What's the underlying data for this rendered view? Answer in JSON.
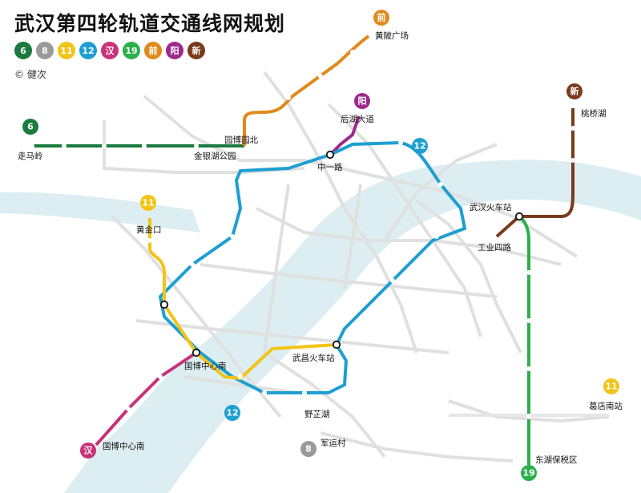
{
  "title": "武汉第四轮轨道交通线网规划",
  "credit": "© 健次",
  "legend": [
    {
      "label": "6",
      "color": "#1b7a3f"
    },
    {
      "label": "8",
      "color": "#9a9a9a"
    },
    {
      "label": "11",
      "color": "#f2c418"
    },
    {
      "label": "12",
      "color": "#1e9fd1"
    },
    {
      "label": "汉",
      "color": "#c8327a"
    },
    {
      "label": "19",
      "color": "#2bb04a"
    },
    {
      "label": "前",
      "color": "#e08a1c"
    },
    {
      "label": "阳",
      "color": "#9c2a8e"
    },
    {
      "label": "新",
      "color": "#7a3a1c"
    }
  ],
  "lines": {
    "line6": {
      "badge": "6",
      "color": "#1b7a3f"
    },
    "line8": {
      "badge": "8",
      "color": "#9a9a9a"
    },
    "line11": {
      "badge": "11",
      "color": "#f2c418"
    },
    "line12": {
      "badge": "12",
      "color": "#1e9fd1"
    },
    "line_han": {
      "badge": "汉",
      "color": "#c8327a"
    },
    "line19": {
      "badge": "19",
      "color": "#2bb04a"
    },
    "line_qian": {
      "badge": "前",
      "color": "#e08a1c"
    },
    "line_yang": {
      "badge": "阳",
      "color": "#9c2a8e"
    },
    "line_xin": {
      "badge": "新",
      "color": "#7a3a1c"
    }
  },
  "river_color": "#dceef2",
  "stations": {
    "zoumaling": "走马岭",
    "jinyinhu_park": "金银湖公园",
    "yuanboyuan_north": "园博园北",
    "huangpi_square": "黄陂广场",
    "houhu_avenue": "后湖大道",
    "zhongyi_road": "中一路",
    "taoqiaohu": "桃桥湖",
    "wuhan_station": "武汉火车站",
    "gongye_4th_road": "工业四路",
    "huangjinkou": "黄金口",
    "guobo_center_south": "国博中心南",
    "wuchang_station": "武昌火车站",
    "yezhihu": "野芷湖",
    "junyuncun": "军运村",
    "guobo_center_south_2": "国博中心南",
    "gedian_south": "葛店南站",
    "donghu_bonded": "东湖保税区"
  }
}
